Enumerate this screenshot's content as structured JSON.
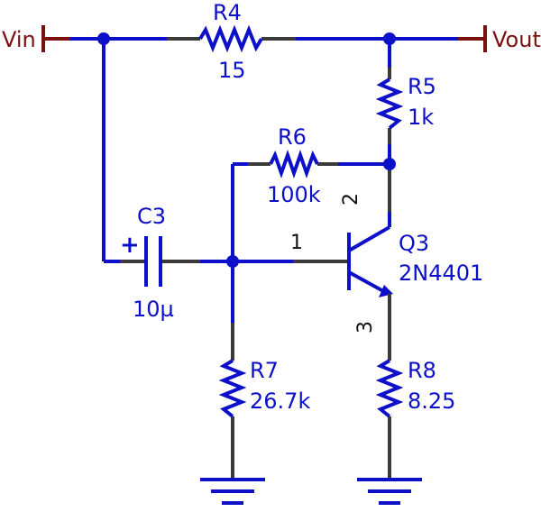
{
  "ports": {
    "vin": "Vin",
    "vout": "Vout"
  },
  "components": {
    "R4": {
      "ref": "R4",
      "value": "15"
    },
    "R5": {
      "ref": "R5",
      "value": "1k"
    },
    "R6": {
      "ref": "R6",
      "value": "100k"
    },
    "R7": {
      "ref": "R7",
      "value": "26.7k"
    },
    "R8": {
      "ref": "R8",
      "value": "8.25"
    },
    "C3": {
      "ref": "C3",
      "value": "10µ",
      "polarity": "+"
    },
    "Q3": {
      "ref": "Q3",
      "part": "2N4401",
      "pins": {
        "base": "1",
        "collector": "2",
        "emitter": "3"
      }
    }
  },
  "colors": {
    "wire": "#0c10c8",
    "lead": "#3a3a3a",
    "port": "#7a1010",
    "pin_text": "#111111"
  }
}
